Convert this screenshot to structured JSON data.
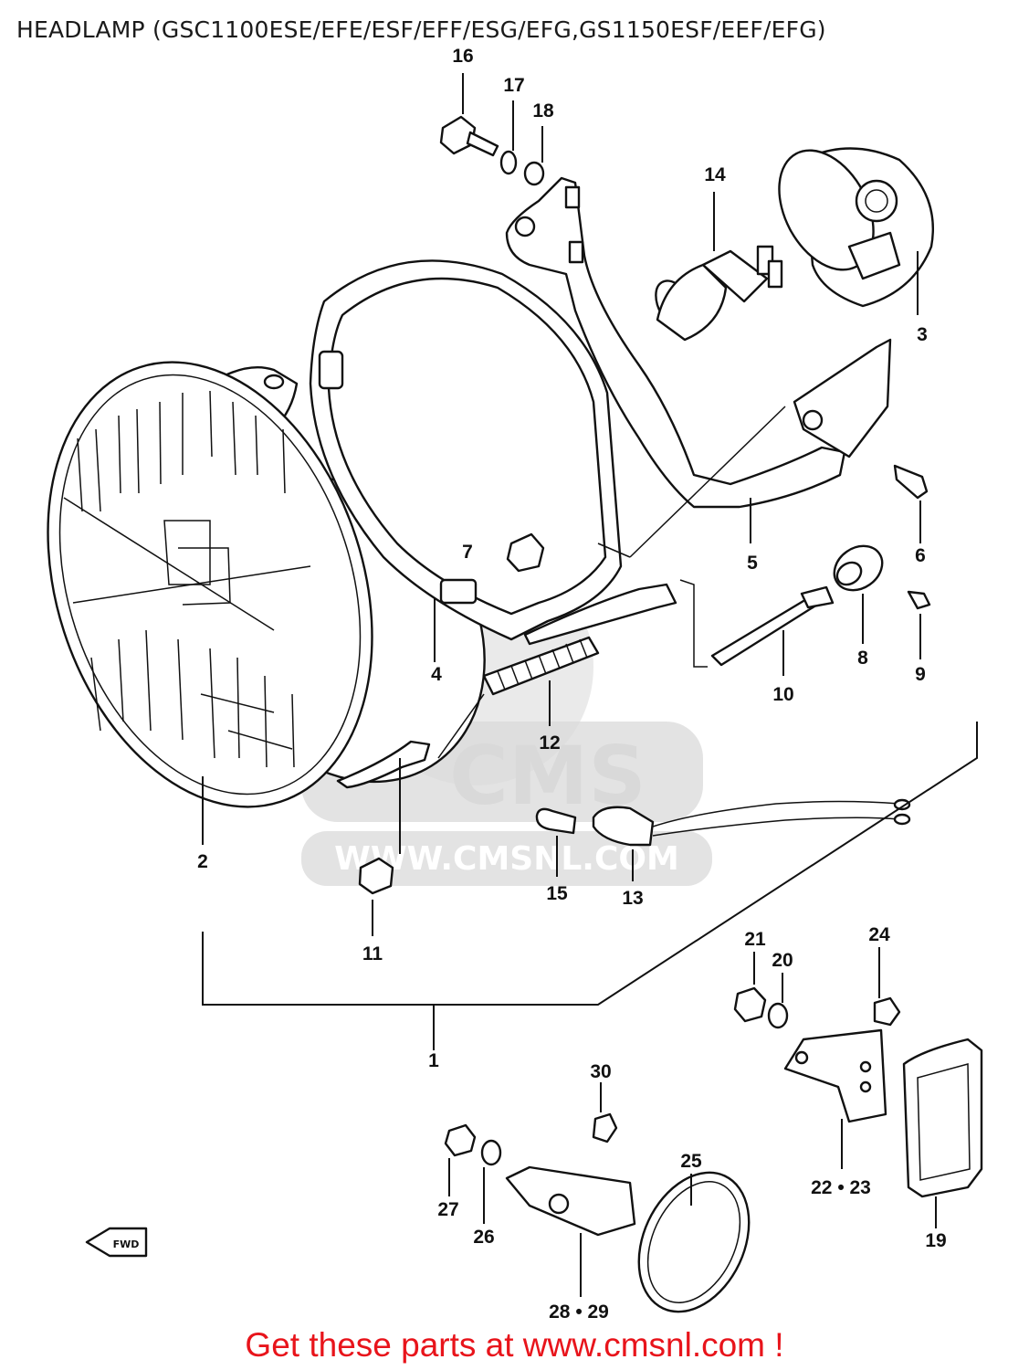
{
  "title": "HEADLAMP (GSC1100ESE/EFE/ESF/EFF/ESG/EFG,GS1150ESF/EEF/EFG)",
  "watermark": {
    "logo_text": "CMS",
    "url_text": "WWW.CMSNL.COM"
  },
  "front_arrow_text": "FWD",
  "footer": "Get these parts at www.cmsnl.com !",
  "colors": {
    "footer": "#e8141b",
    "line_art": "#111111",
    "watermark": "#d9d9d9"
  },
  "parts": [
    {
      "num": "1"
    },
    {
      "num": "2"
    },
    {
      "num": "3"
    },
    {
      "num": "4"
    },
    {
      "num": "5"
    },
    {
      "num": "6"
    },
    {
      "num": "7"
    },
    {
      "num": "8"
    },
    {
      "num": "9"
    },
    {
      "num": "10"
    },
    {
      "num": "11"
    },
    {
      "num": "12"
    },
    {
      "num": "13"
    },
    {
      "num": "14"
    },
    {
      "num": "15"
    },
    {
      "num": "16"
    },
    {
      "num": "17"
    },
    {
      "num": "18"
    },
    {
      "num": "19"
    },
    {
      "num": "20"
    },
    {
      "num": "21"
    },
    {
      "num": "22 • 23"
    },
    {
      "num": "24"
    },
    {
      "num": "25"
    },
    {
      "num": "26"
    },
    {
      "num": "27"
    },
    {
      "num": "28 • 29"
    },
    {
      "num": "30"
    }
  ]
}
